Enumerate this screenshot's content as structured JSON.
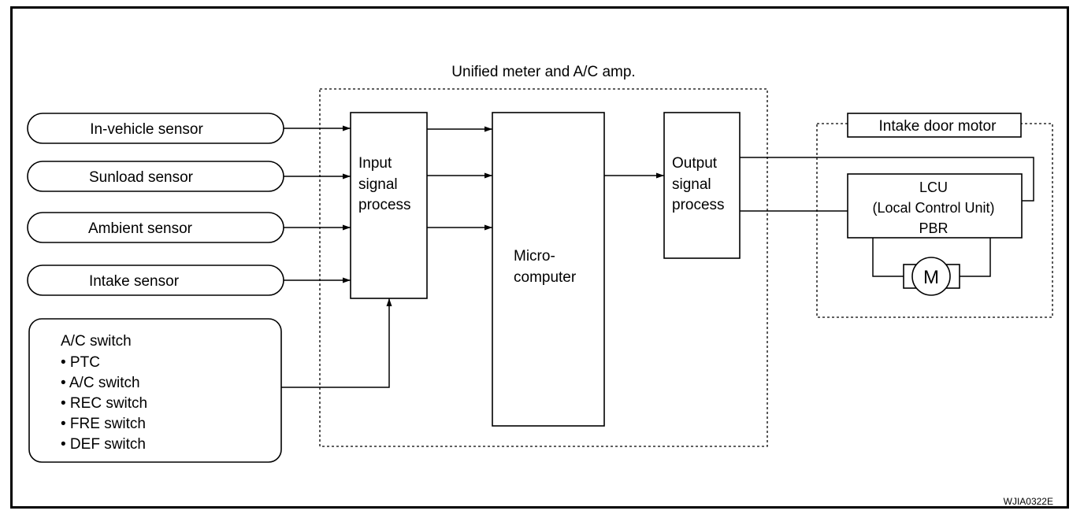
{
  "amp_group": {
    "title": "Unified meter and A/C amp."
  },
  "sensors": [
    {
      "label": "In-vehicle sensor"
    },
    {
      "label": "Sunload sensor"
    },
    {
      "label": "Ambient sensor"
    },
    {
      "label": "Intake sensor"
    }
  ],
  "switch_panel": {
    "title": "A/C switch",
    "items": [
      "• PTC",
      "• A/C switch",
      "• REC switch",
      "• FRE switch",
      "• DEF switch"
    ]
  },
  "input_block": {
    "lines": [
      "Input",
      "signal",
      "process"
    ]
  },
  "micro_block": {
    "lines": [
      "Micro-",
      "computer"
    ]
  },
  "output_block": {
    "lines": [
      "Output",
      "signal",
      "process"
    ]
  },
  "motor_group": {
    "title": "Intake door motor",
    "lcu_lines": [
      "LCU",
      "(Local Control Unit)",
      "PBR"
    ],
    "motor_symbol": "M"
  },
  "figure_code": "WJIA0322E"
}
